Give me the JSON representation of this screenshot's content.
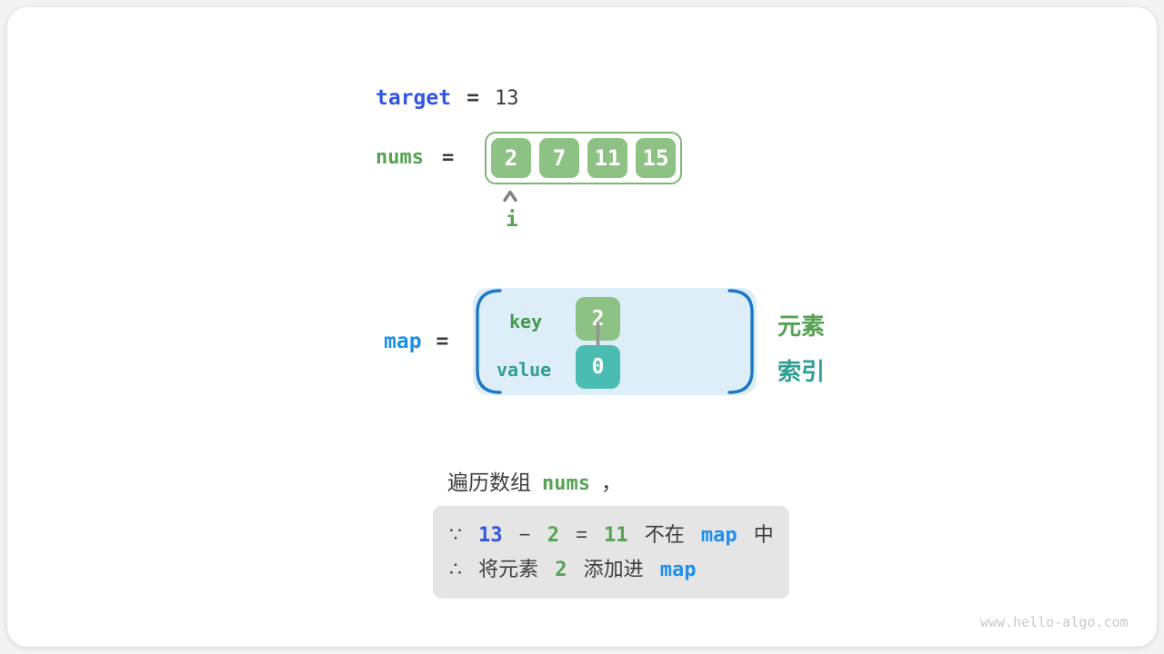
{
  "colors": {
    "indigo": "#3356e0",
    "azure": "#1e90e8",
    "green": "#55a353",
    "green_dark": "#43984f",
    "green_box": "#8dc284",
    "green_border": "#7cb671",
    "teal": "#2f9e94",
    "teal_box": "#4bbcb2",
    "map_fill": "#ddeef8",
    "bracket_blue": "#1b78c6",
    "dark": "#3d3d3d",
    "gray_box": "#e5e5e5",
    "arrow_gray": "#949494",
    "caret_gray": "#808080",
    "watermark_gray": "#c9c9c9"
  },
  "target": {
    "label": "target",
    "equals": "=",
    "value": "13"
  },
  "nums": {
    "label": "nums",
    "equals": "=",
    "values": [
      "2",
      "7",
      "11",
      "15"
    ],
    "pointer_label": "i"
  },
  "map": {
    "label": "map",
    "equals": "=",
    "key_label": "key",
    "key_value": "2",
    "value_label": "value",
    "value_value": "0",
    "annotation_element": "元素",
    "annotation_index": "索引"
  },
  "caption": {
    "prefix": "遍历数组",
    "code": "nums",
    "suffix": "，"
  },
  "conclusion": {
    "line1": {
      "because": "∵",
      "minuend": "13",
      "minus": "−",
      "subtrahend": "2",
      "equals": "=",
      "difference": "11",
      "not_in": "不在",
      "map": "map",
      "suffix": "中"
    },
    "line2": {
      "therefore": "∴",
      "text1": "将元素",
      "element": "2",
      "text2": "添加进",
      "map": "map"
    }
  },
  "watermark": "www.hello-algo.com"
}
